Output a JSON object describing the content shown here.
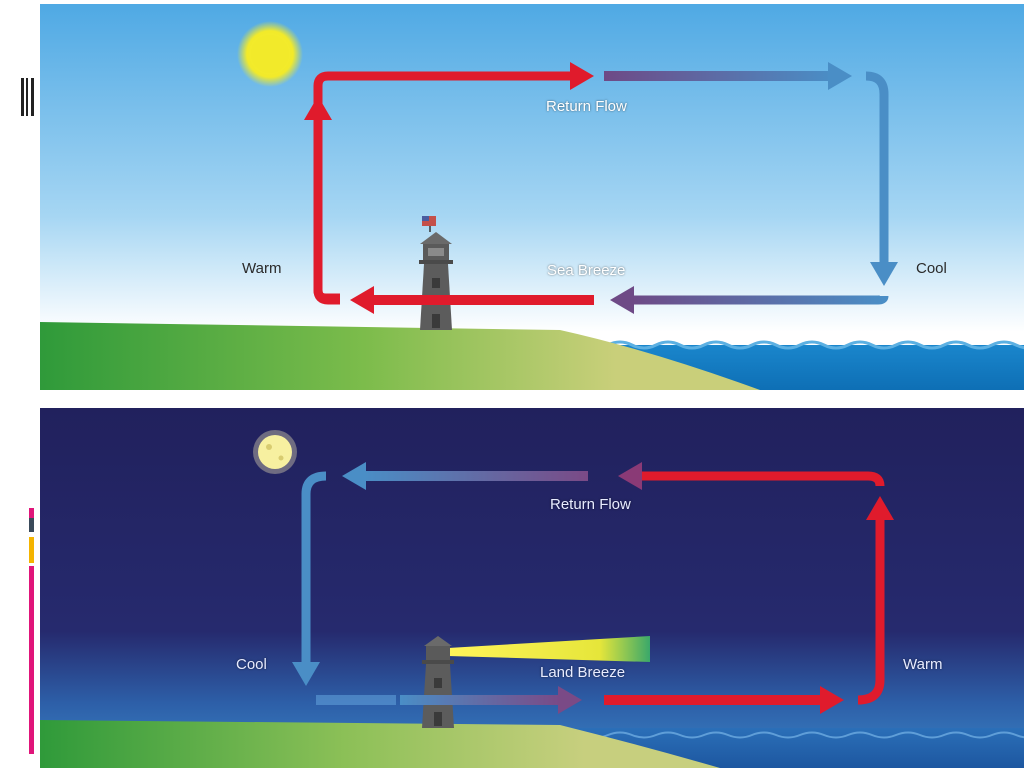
{
  "day_panel": {
    "labels": {
      "return_flow": "Return Flow",
      "sea_breeze": "Sea Breeze",
      "warm": "Warm",
      "cool": "Cool"
    }
  },
  "night_panel": {
    "labels": {
      "return_flow": "Return Flow",
      "land_breeze": "Land Breeze",
      "warm": "Warm",
      "cool": "Cool"
    }
  },
  "colors": {
    "warm_arrow": "#e01b2c",
    "cool_arrow": "#4a90c8",
    "transition_arrow": "#6e4a86",
    "day_sky_top": "#5bb0e6",
    "day_sky_bottom": "#ffffff",
    "night_sky": "#23235e",
    "land": "#4aa64a",
    "sea": "#1d86c9",
    "sun": "#f2ea2a",
    "slide_accent_magenta": "#e0157a",
    "slide_accent_yellow": "#f4b400"
  }
}
